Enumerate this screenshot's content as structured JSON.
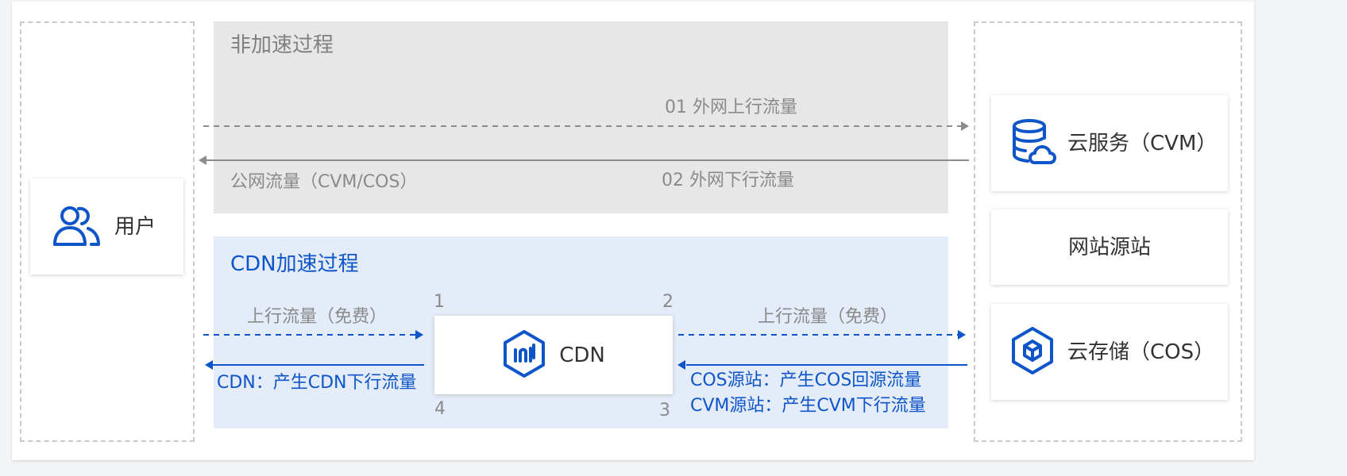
{
  "user": {
    "label": "用户"
  },
  "origin": {
    "cvm_label": "云服务（CVM）",
    "site_label": "网站源站",
    "cos_label": "云存储（COS）"
  },
  "non_accelerated": {
    "title": "非加速过程",
    "uplink_label": "01 外网上行流量",
    "downlink_label": "02 外网下行流量",
    "public_traffic_label": "公网流量（CVM/COS）"
  },
  "cdn_accelerated": {
    "title": "CDN加速过程",
    "cdn_node_label": "CDN",
    "left_uplink_label": "上行流量（免费）",
    "right_uplink_label": "上行流量（免费）",
    "left_downlink_label": "CDN：产生CDN下行流量",
    "cos_origin_label": "COS源站：产生COS回源流量",
    "cvm_origin_label": "CVM源站：产生CVM下行流量",
    "corner_1": "1",
    "corner_2": "2",
    "corner_3": "3",
    "corner_4": "4"
  },
  "colors": {
    "accent_blue": "#0e55c9",
    "gray_arrow": "#8c8c8c",
    "nonaccel_panel": "#e7e7e7",
    "cdn_panel": "#e3ecf8"
  },
  "icons": {
    "user": "users-icon",
    "cvm": "database-cloud-icon",
    "cos": "storage-cube-icon",
    "cdn": "cdn-hexagon-icon"
  }
}
